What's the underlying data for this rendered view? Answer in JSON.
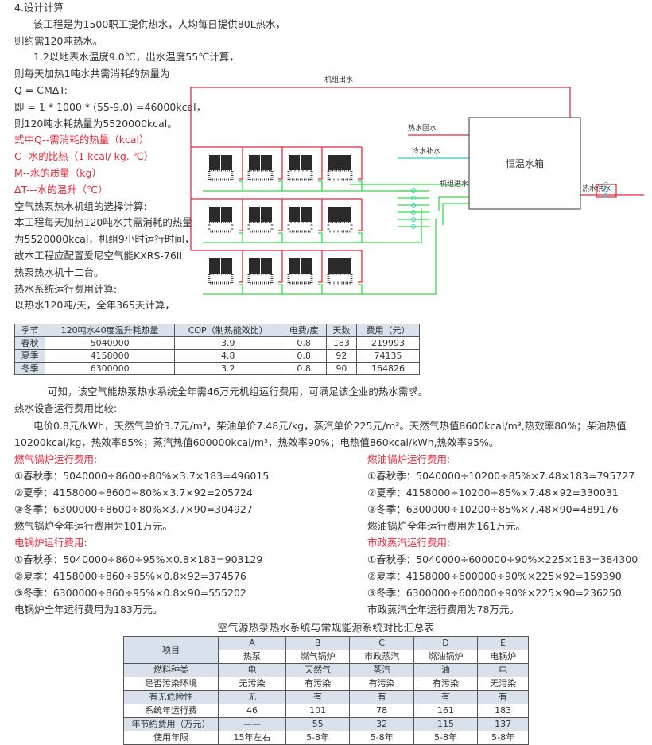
{
  "heading": "4.设计计算",
  "intro": [
    "该工程是为1500职工提供热水，人均每日提供80L热水，",
    "则约需120吨热水。",
    "1.2以地表水温度9.0℃，出水温度55℃计算，",
    "则每天加热1吨水共需消耗的热量为",
    "Q = CMΔT:",
    "即 = 1 * 1000 * (55-9.0) =46000kcal，",
    "则120吨水耗热量为5520000kcal。"
  ],
  "legend_red": [
    "式中Q--需消耗的热量（kcal）",
    "C--水的比热（1 kcal/ kg. ℃）",
    "M--水的质量（kg）",
    "ΔT---水的温升（℃）"
  ],
  "selection": [
    "空气热泵热水机组的选择计算:",
    "本工程每天加热120吨水共需消耗的热量",
    "为5520000kcal，机组9小时运行时间，",
    "故本工程应配置爱尼空气能KXRS-76II",
    "热泵热水机十二台。",
    "热水系统运行费用计算:",
    "以热水120吨/天，全年365天计算，"
  ],
  "diagram": {
    "outlet": "机组出水",
    "return": "热水回水",
    "makeup": "冷水补水",
    "inlet": "机组进水",
    "tank": "恒温水箱",
    "supply": "热水供水",
    "units_per_row": 4,
    "rows": 3
  },
  "table1": {
    "headers": [
      "季节",
      "120吨水40度温升耗热量",
      "COP（制热能效比）",
      "电费/度",
      "天数",
      "费用（元）"
    ],
    "rows": [
      [
        "春秋",
        "5040000",
        "3.9",
        "0.8",
        "183",
        "219993"
      ],
      [
        "夏季",
        "4158000",
        "4.8",
        "0.8",
        "92",
        "74135"
      ],
      [
        "冬季",
        "6300000",
        "3.2",
        "0.8",
        "90",
        "164826"
      ]
    ]
  },
  "conclusion": "可知，该空气能热泵热水系统全年需46万元机组运行费用，可满足该企业的热水需求。",
  "compare_title": "热水设备运行费用比较:",
  "prices": [
    "电价0.8元/kWh，天然气单价3.7元/m³，柴油单价7.48元/kg，蒸汽单价225元/m³。天然气热值8600kcal/m³,热效率80%；柴油热值",
    "10200kcal/kg，热效率85%；蒸汽热值600000kcal/m³，热效率90%；电热值860kcal/kWh,热效率95%。"
  ],
  "gas": {
    "title": "燃气锅炉运行费用:",
    "lines": [
      "①春秋季：5040000÷8600÷80%×3.7×183=496015",
      "②夏季：4158000÷8600÷80%×3.7×92=205724",
      "③冬季：6300000÷8600÷80%×3.7×90=304927"
    ],
    "total": "燃气锅炉全年运行费用为101万元。"
  },
  "oil": {
    "title": "燃油锅炉运行费用:",
    "lines": [
      "①春秋季：5040000÷10200÷85%×7.48×183=795727",
      "②夏季：4158000÷10200÷85%×7.48×92=330031",
      "③冬季：6300000÷10200÷85%×7.48×90=489176"
    ],
    "total": "燃油锅炉全年运行费用为161万元。"
  },
  "elec": {
    "title": "电锅炉运行费用:",
    "lines": [
      "①春秋季：5040000÷860÷95%×0.8×183=903129",
      "②夏季：4158000÷860÷95%×0.8×92=374576",
      "③冬季：6300000÷860÷95%×0.8×90=555202"
    ],
    "total": "电锅炉全年运行费用为183万元。"
  },
  "steam": {
    "title": "市政蒸汽运行费用:",
    "lines": [
      "①春秋季：5040000÷600000÷90%×225×183=384300",
      "②夏季：4158000÷600000÷90%×225×92=159390",
      "③冬季：6300000÷600000÷90%×225×90=236250"
    ],
    "total": "市政蒸汽全年运行费用为78万元。"
  },
  "table2": {
    "title": "空气源热泵热水系统与常规能源系统对比汇总表",
    "item": "项目",
    "letters": [
      "A",
      "B",
      "C",
      "D",
      "E"
    ],
    "systems": [
      "热泵",
      "燃气锅炉",
      "市政蒸汽",
      "燃油锅炉",
      "电锅炉"
    ],
    "rows": [
      [
        "燃料种类",
        "电",
        "天然气",
        "蒸汽",
        "油",
        "电"
      ],
      [
        "是否污染环境",
        "无污染",
        "有污染",
        "有污染",
        "有污染",
        "无污染"
      ],
      [
        "有无危险性",
        "无",
        "有",
        "有",
        "有",
        "有"
      ],
      [
        "系统年运行费",
        "46",
        "101",
        "78",
        "161",
        "183"
      ],
      [
        "年节约费用（万元）",
        "——",
        "55",
        "32",
        "115",
        "137"
      ],
      [
        "使用年限",
        "15年左右",
        "5-8年",
        "5-8年",
        "5-8年",
        "5-8年"
      ]
    ]
  },
  "colors": {
    "red": "#e8283a",
    "pipe_red": "#e8283a",
    "pipe_green": "#33dd44",
    "pipe_cyan": "#33cccc",
    "header_bg": "#d9e2ec"
  }
}
